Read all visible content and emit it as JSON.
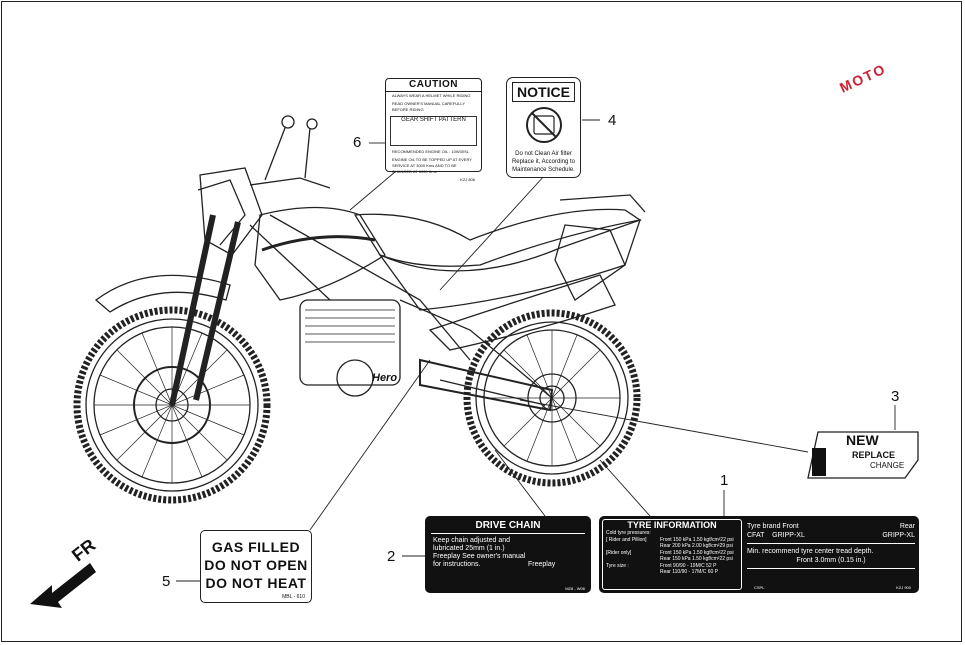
{
  "callouts": {
    "n1": "1",
    "n2": "2",
    "n3": "3",
    "n4": "4",
    "n5": "5",
    "n6": "6"
  },
  "caution": {
    "title": "CAUTION",
    "line1": "ALWAYS WEAR A HELMET WHILE RIDING",
    "line2": "READ OWNER'S MANUAL CAREFULLY BEFORE RIDING",
    "gear_title": "GEAR SHIFT PATTERN",
    "line3": "RECOMMENDED ENGINE OIL : 10W30SL",
    "line4": "ENGINE OIL TO BE TOPPED UP AT EVERY SERVICE AT 3000 Kms AND TO BE CHANGED AT 6000 Kms",
    "code": "KZJ 806"
  },
  "notice": {
    "title": "NOTICE",
    "text": "Do not Clean Air filter Replace it, According to Maintenance Schedule."
  },
  "new_label": {
    "line1": "NEW",
    "line2": "REPLACE",
    "line3": "CHANGE"
  },
  "gas": {
    "line1": "GAS FILLED",
    "line2": "DO NOT OPEN",
    "line3": "DO NOT HEAT",
    "code": "MBL - 610"
  },
  "chain": {
    "title": "DRIVE CHAIN",
    "text": "Keep chain adjusted and lubricated 25mm (1 in.) Freeplay See owner's manual for instructions.",
    "freeplay": "Freeplay",
    "code": "MZ8 - W06"
  },
  "tyre": {
    "title": "TYRE INFORMATION",
    "cold": "Cold tyre pressures:",
    "rider_pillion": "[ Rider and Pillion]",
    "rider_only": "[Rider only]",
    "p1": "Front 150 kPa 1.50 kgf/cm²22 psi",
    "p2": "Rear 200 kPa 2.00 kgf/cm²29 psi",
    "p3": "Front 150 kPa 1.50 kgf/cm²22 psi",
    "p4": "Rear 150 kPa 1.50 kgf/cm²22 psi",
    "size_label": "Tyre size :",
    "s1": "Front 90/90 - 19M/C 52 P",
    "s2": "Rear 110/90 - 17M/C 60 P",
    "brand_front": "Tyre brand Front",
    "brand_rear": "Rear",
    "cfat": "CFAT",
    "grip1": "GRIPP-XL",
    "grip2": "GRIPP-XL",
    "depth": "Min. recommend tyre center tread depth.",
    "depth_val": "Front 3.0mm (0.15 in.)",
    "code_l": "CSPL",
    "code_r": "KZJ 900"
  },
  "bike": {
    "brand": "Hero"
  },
  "front_marker": "FR",
  "watermark": "MOTO"
}
